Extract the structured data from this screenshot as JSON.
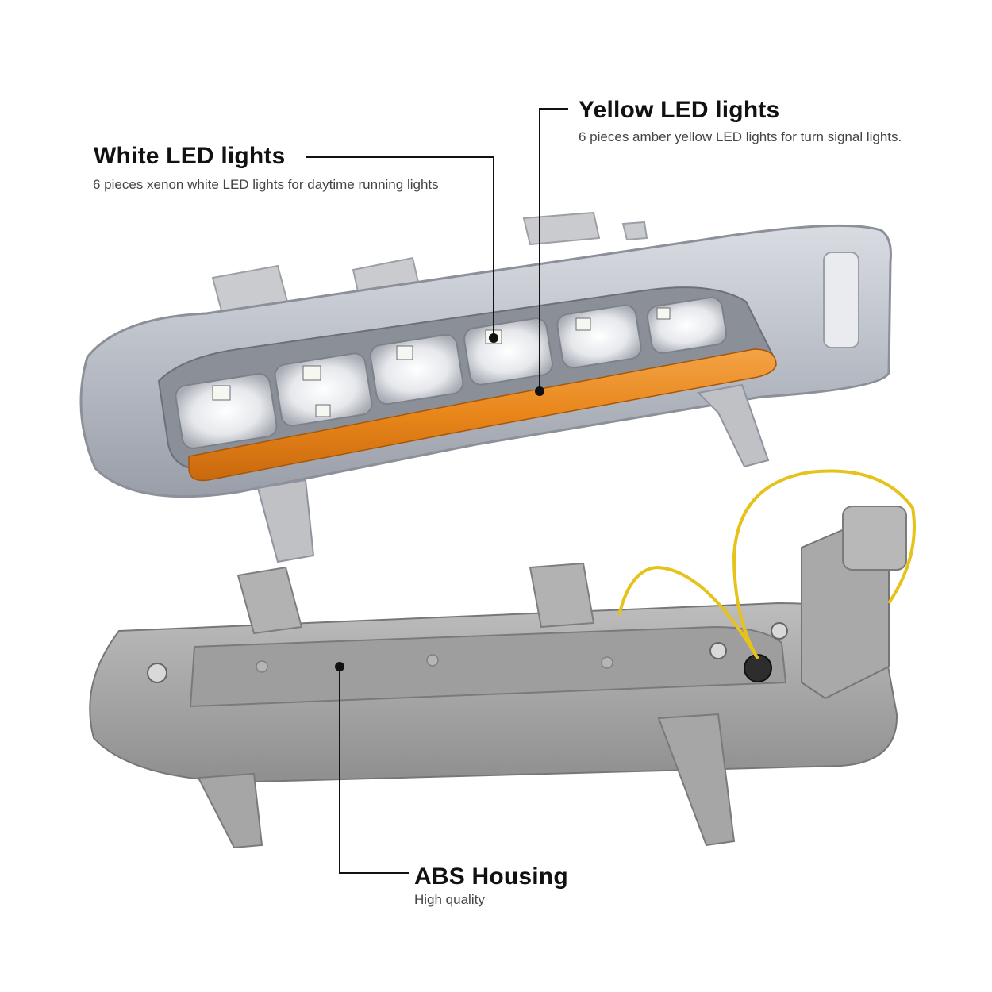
{
  "callouts": {
    "white_led": {
      "title": "White LED lights",
      "description": "6 pieces xenon white LED lights for daytime running lights"
    },
    "yellow_led": {
      "title": "Yellow LED lights",
      "description": "6 pieces amber yellow LED lights for turn signal lights."
    },
    "abs_housing": {
      "title": "ABS Housing",
      "description": "High quality"
    }
  },
  "colors": {
    "amber_strip": "#e8861a",
    "housing_gray": "#a9a9a9",
    "wire_yellow": "#e6c21a",
    "leader_line": "#111111"
  }
}
